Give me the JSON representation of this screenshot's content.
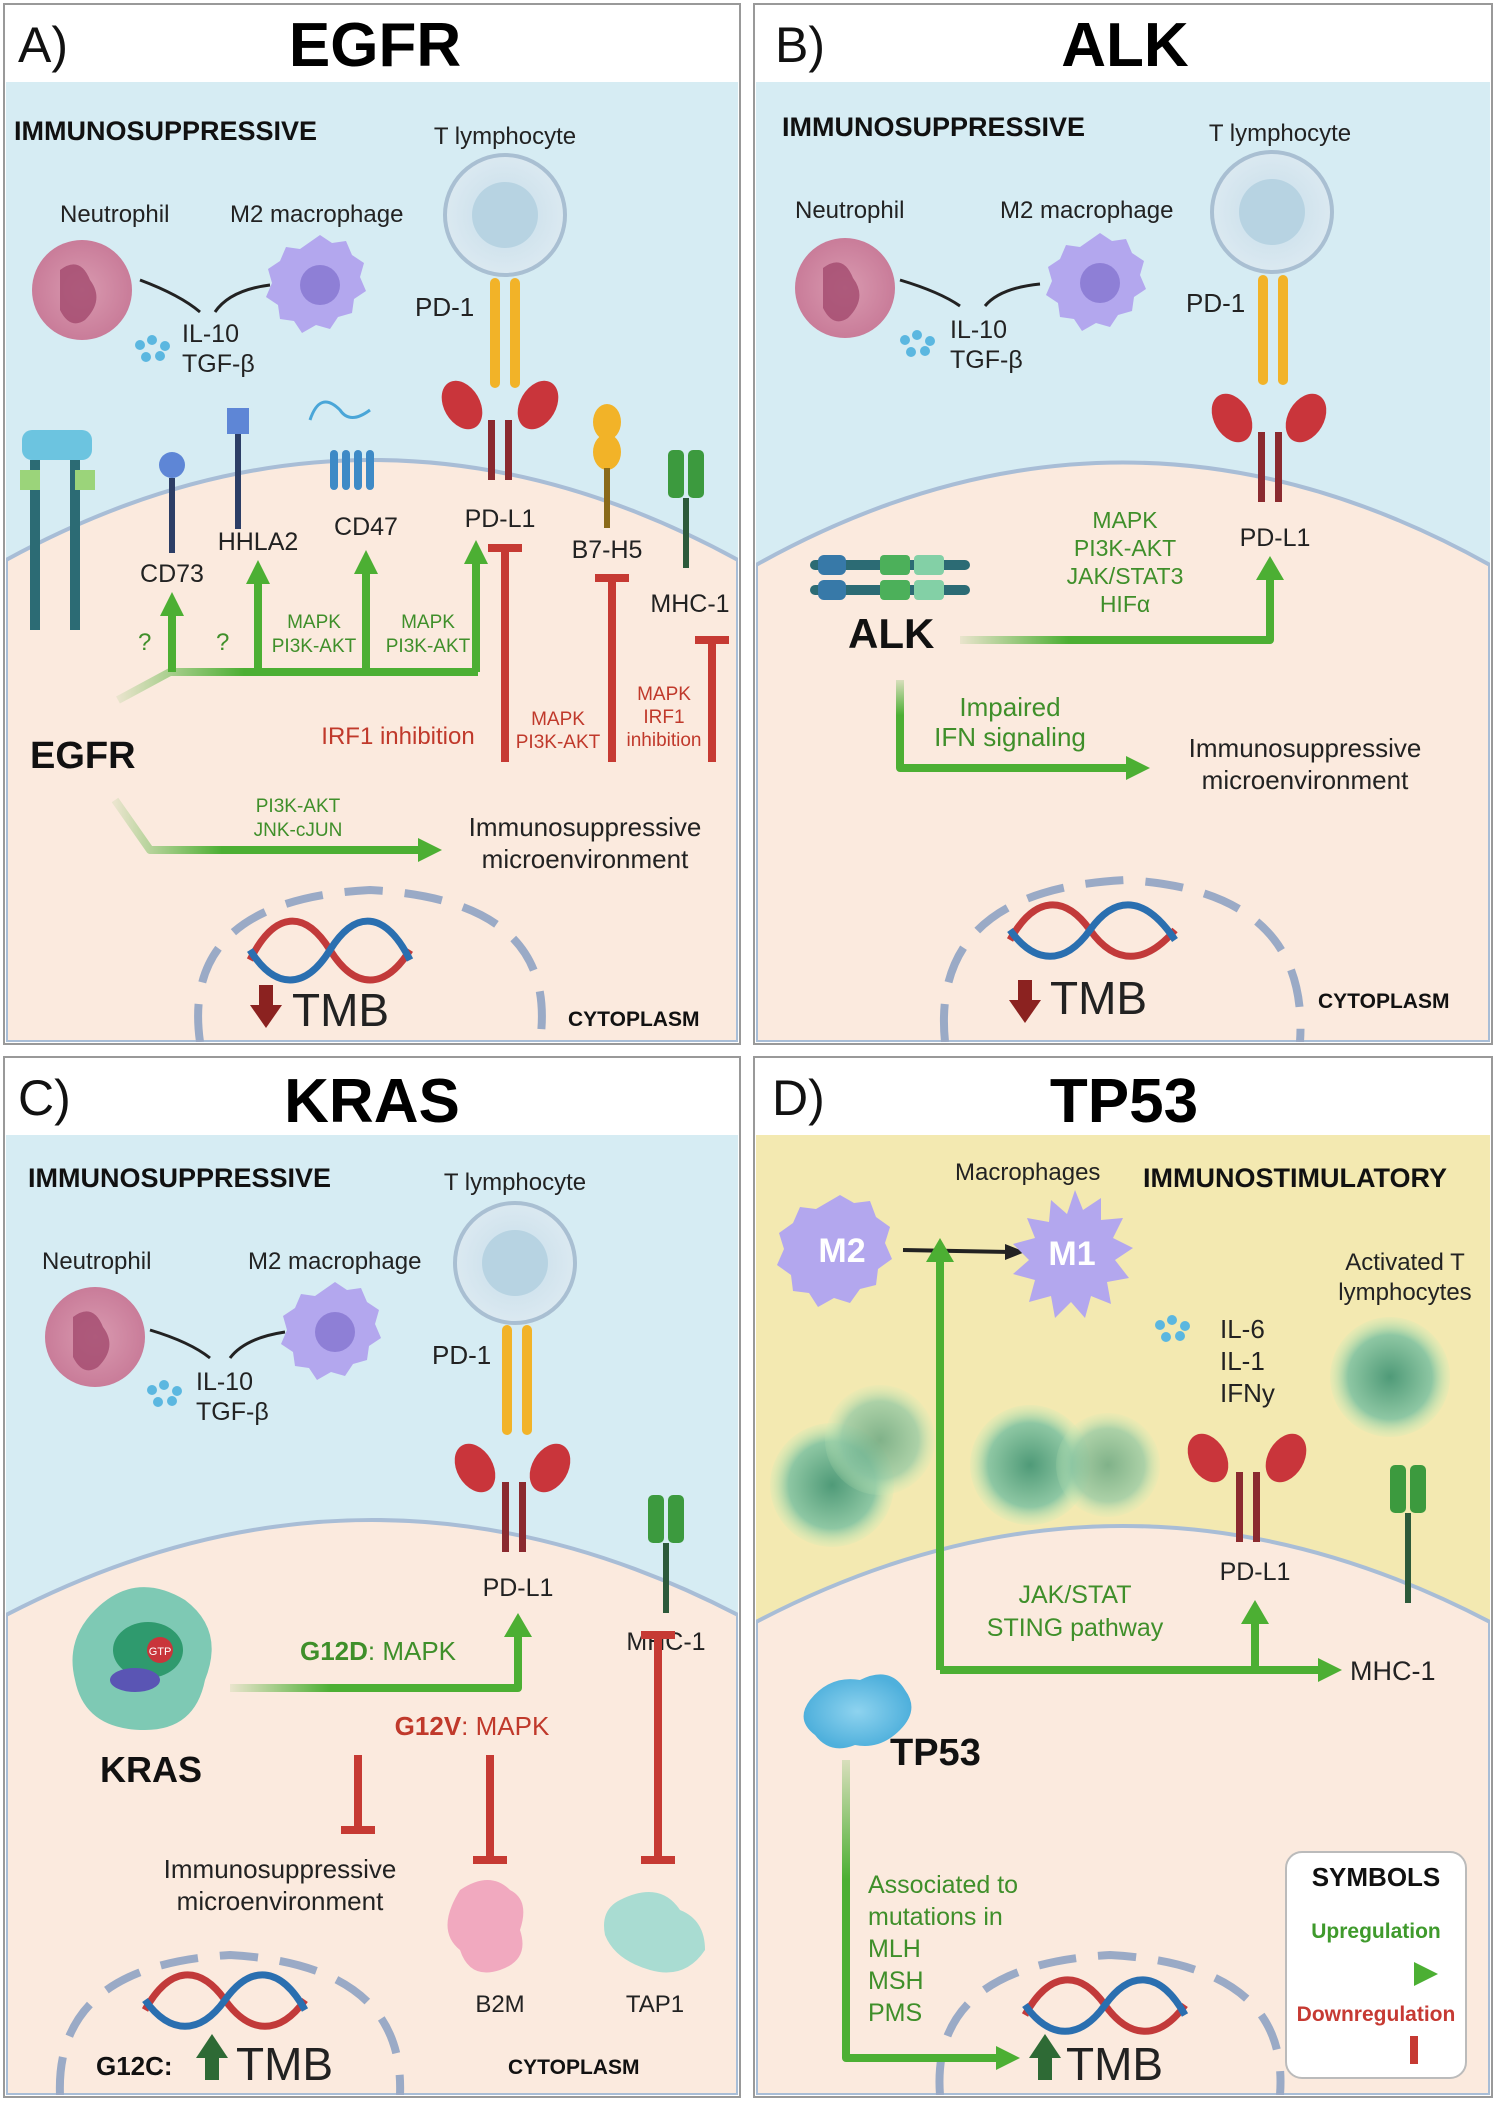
{
  "colors": {
    "upregulation": "#4caf33",
    "downregulation": "#c63a33",
    "extracellular": "#d6ecf3",
    "cytoplasm": "#fbeade",
    "immunostimulatory": "#f3e9b1",
    "nucleus": "#9aaac6",
    "pd1": "#f2b328",
    "pdl1": "#c9353b",
    "mhc": "#3c9a3e"
  },
  "panels": {
    "A": {
      "letter": "A)",
      "title": "EGFR",
      "environment": "IMMUNOSUPPRESSIVE",
      "t_cell": "T lymphocyte",
      "neutrophil": "Neutrophil",
      "macrophage": "M2 macrophage",
      "cytokines": [
        "IL-10",
        "TGF-β"
      ],
      "pd1": "PD-1",
      "pdl1": "PD-L1",
      "receptors": [
        "CD73",
        "HHLA2",
        "CD47",
        "B7-H5",
        "MHC-1"
      ],
      "driver": "EGFR",
      "q1": "?",
      "q2": "?",
      "path_hhla2": [
        "MAPK",
        "PI3K-AKT"
      ],
      "path_cd47": [
        "MAPK",
        "PI3K-AKT"
      ],
      "irf1": "IRF1 inhibition",
      "path_b7": [
        "MAPK",
        "PI3K-AKT"
      ],
      "path_mhc": [
        "MAPK",
        "IRF1",
        "inhibition"
      ],
      "path_env": [
        "PI3K-AKT",
        "JNK-cJUN"
      ],
      "microenv": [
        "Immunosuppressive",
        "microenvironment"
      ],
      "tmb": "TMB",
      "cytoplasm": "CYTOPLASM"
    },
    "B": {
      "letter": "B)",
      "title": "ALK",
      "environment": "IMMUNOSUPPRESSIVE",
      "t_cell": "T lymphocyte",
      "neutrophil": "Neutrophil",
      "macrophage": "M2 macrophage",
      "cytokines": [
        "IL-10",
        "TGF-β"
      ],
      "pd1": "PD-1",
      "pdl1": "PD-L1",
      "driver": "ALK",
      "path_pdl1": [
        "MAPK",
        "PI3K-AKT",
        "JAK/STAT3",
        "HIFα"
      ],
      "path_env": [
        "Impaired",
        "IFN signaling"
      ],
      "microenv": [
        "Immunosuppressive",
        "microenvironment"
      ],
      "tmb": "TMB",
      "cytoplasm": "CYTOPLASM"
    },
    "C": {
      "letter": "C)",
      "title": "KRAS",
      "environment": "IMMUNOSUPPRESSIVE",
      "t_cell": "T lymphocyte",
      "neutrophil": "Neutrophil",
      "macrophage": "M2 macrophage",
      "cytokines": [
        "IL-10",
        "TGF-β"
      ],
      "pd1": "PD-1",
      "pdl1": "PD-L1",
      "mhc": "MHC-1",
      "driver": "KRAS",
      "gtp": "GTP",
      "g12d_mut": "G12D",
      "g12d_path": ": MAPK",
      "g12v_mut": "G12V",
      "g12v_path": ": MAPK",
      "microenv": [
        "Immunosuppressive",
        "microenvironment"
      ],
      "b2m": "B2M",
      "tap1": "TAP1",
      "g12c": "G12C:",
      "tmb": "TMB",
      "cytoplasm": "CYTOPLASM"
    },
    "D": {
      "letter": "D)",
      "title": "TP53",
      "environment": "IMMUNOSTIMULATORY",
      "macrophages": "Macrophages",
      "m2": "M2",
      "m1": "M1",
      "cytokines": [
        "IL-6",
        "IL-1",
        "IFNy"
      ],
      "activated_t": [
        "Activated T",
        "lymphocytes"
      ],
      "pdl1": "PD-L1",
      "mhc": "MHC-1",
      "path": [
        "JAK/STAT",
        "STING pathway"
      ],
      "driver": "TP53",
      "assoc": [
        "Associated to",
        "mutations in",
        "MLH",
        "MSH",
        "PMS"
      ],
      "tmb": "TMB"
    }
  },
  "legend": {
    "title": "SYMBOLS",
    "up": "Upregulation",
    "down": "Downregulation"
  }
}
